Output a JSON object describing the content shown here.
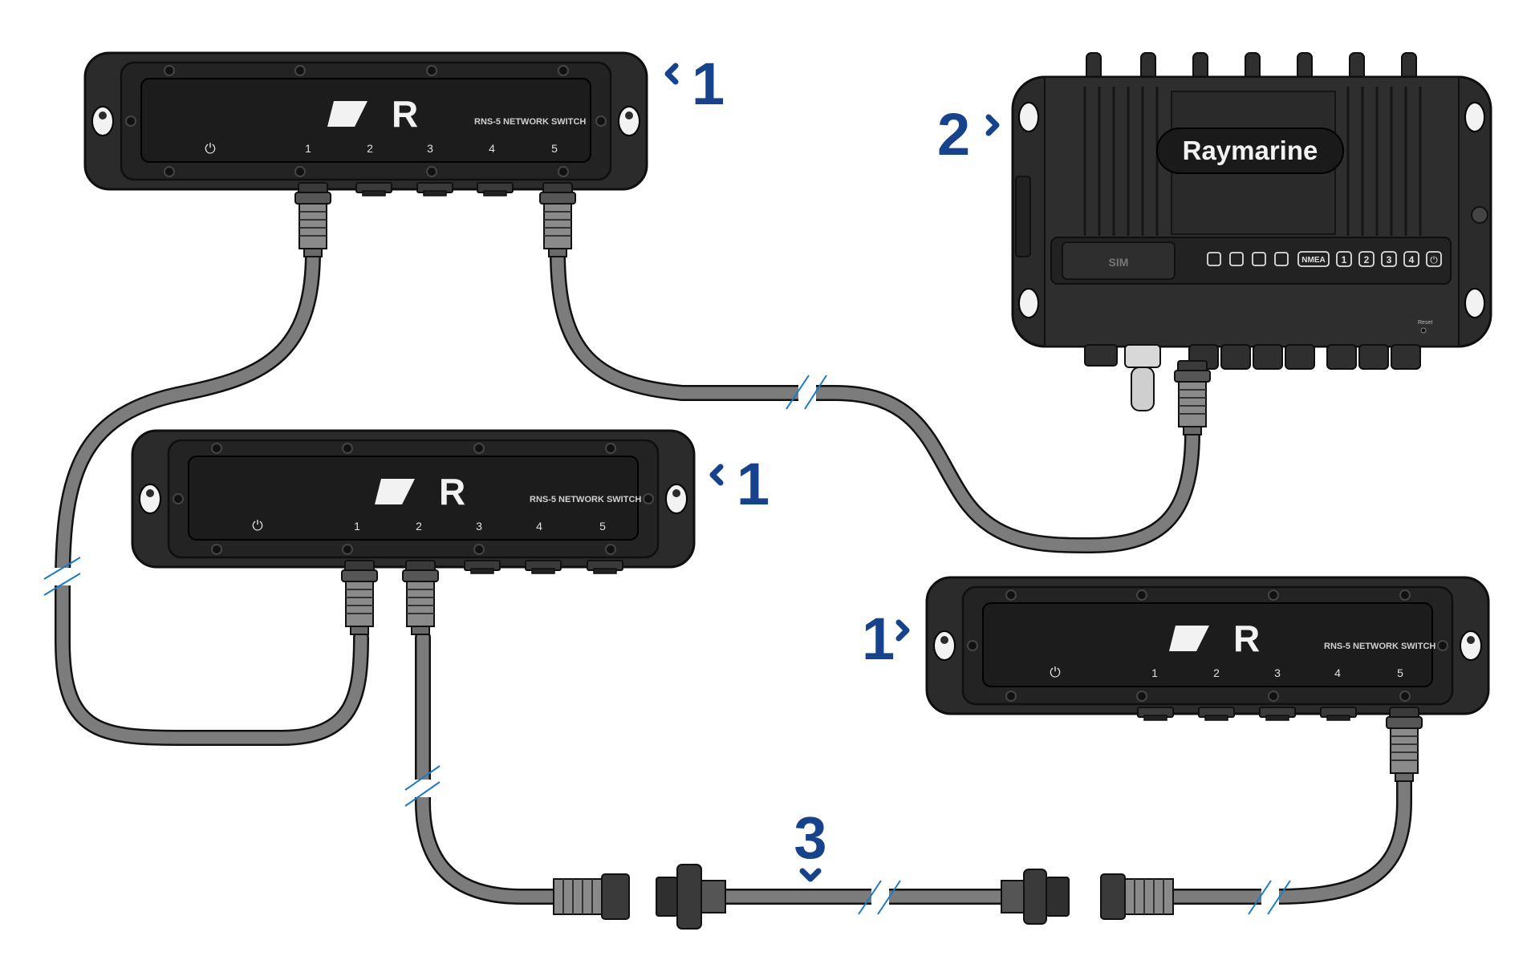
{
  "brand": {
    "logo_letter": "R",
    "gateway_name": "Raymarine"
  },
  "switch": {
    "model_text": "RNS-5 NETWORK SWITCH",
    "port_numbers": [
      "1",
      "2",
      "3",
      "4",
      "5"
    ],
    "power_symbol": "⏻"
  },
  "gateway": {
    "sim_label": "SIM",
    "nmea_label": "NMEA",
    "port_numbers": [
      "1",
      "2",
      "3",
      "4"
    ],
    "reset_label": "Reset"
  },
  "callouts": {
    "switch_a": "1",
    "switch_b": "1",
    "switch_c": "1",
    "gateway": "2",
    "adapter_cable": "3"
  },
  "colors": {
    "device_body": "#2b2b2b",
    "device_face": "#1c1c1c",
    "cable": "#7c7c7c",
    "callout": "#17428c"
  }
}
